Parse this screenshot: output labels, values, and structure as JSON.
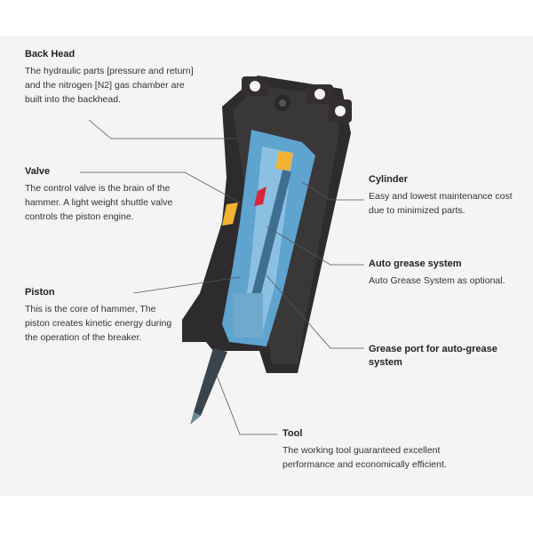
{
  "labels": {
    "back_head": {
      "title": "Back Head",
      "desc": "The hydraulic parts [pressure and return] and the nitrogen [N2] gas chamber are built into the backhead."
    },
    "valve": {
      "title": "Valve",
      "desc": "The control valve is the brain of the hammer. A light weight shuttle valve controls the piston engine."
    },
    "piston": {
      "title": "Piston",
      "desc": "This is the core of hammer, The piston creates kinetic energy during the operation of the breaker."
    },
    "cylinder": {
      "title": "Cylinder",
      "desc": "Easy and lowest maintenance cost due to minimized parts."
    },
    "auto_grease": {
      "title": "Auto grease system",
      "desc": "Auto Grease System as optional."
    },
    "grease_port": {
      "title": "Grease port for auto-grease system",
      "desc": ""
    },
    "tool": {
      "title": "Tool",
      "desc": "The working tool guaranteed excellent performance and economically efficient."
    }
  },
  "colors": {
    "body": "#2b2a2c",
    "cutaway_blue": "#5fa3cf",
    "yellow_part": "#f2b233",
    "red_part": "#d7263d",
    "leader_line": "#555555"
  }
}
